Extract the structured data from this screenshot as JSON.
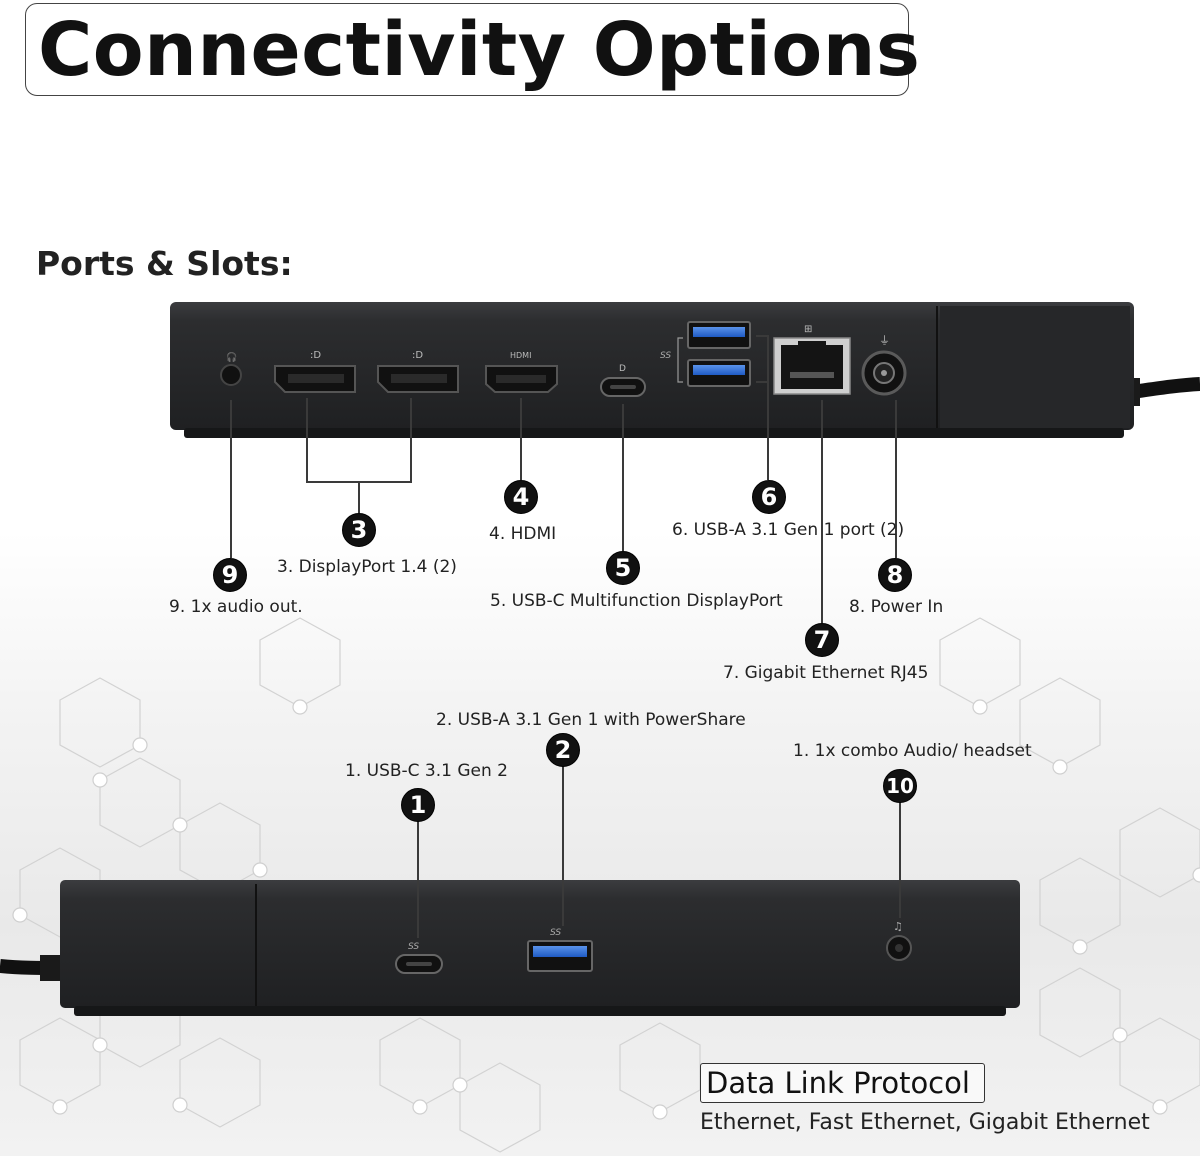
{
  "title": "Connectivity Options",
  "subtitle": "Ports & Slots:",
  "callouts": [
    {
      "number": "1",
      "label": "1. USB-C 3.1 Gen 2"
    },
    {
      "number": "2",
      "label": "2. USB-A 3.1 Gen 1 with PowerShare"
    },
    {
      "number": "3",
      "label": "3. DisplayPort 1.4 (2)"
    },
    {
      "number": "4",
      "label": "4. HDMI"
    },
    {
      "number": "5",
      "label": "5. USB-C Multifunction DisplayPort"
    },
    {
      "number": "6",
      "label": "6. USB-A 3.1 Gen 1 port (2)"
    },
    {
      "number": "7",
      "label": "7. Gigabit Ethernet RJ45"
    },
    {
      "number": "8",
      "label": "8. Power In"
    },
    {
      "number": "9",
      "label": "9. 1x audio out."
    },
    {
      "number": "10",
      "label": "1. 1x combo Audio/ headset"
    }
  ],
  "protocol": {
    "title": "Data Link Protocol",
    "description": "Ethernet, Fast Ethernet, Gigabit Ethernet"
  },
  "port_markings": {
    "hdmi": "HDMI",
    "superspeed": "SS"
  },
  "colors": {
    "device_body": "#2a2b2d",
    "device_top": "#3a3b3e",
    "usb_blue": "#2f6fd6",
    "badge": "#111111"
  }
}
